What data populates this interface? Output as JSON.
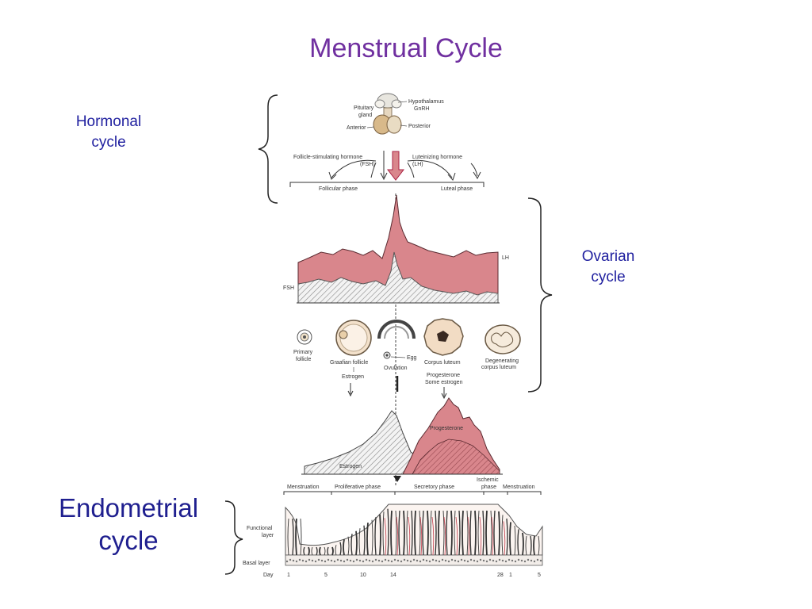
{
  "title": "Menstrual Cycle",
  "side_labels": {
    "hormonal": [
      "Hormonal",
      "cycle"
    ],
    "ovarian": [
      "Ovarian",
      "cycle"
    ],
    "endometrial": [
      "Endometrial",
      "cycle"
    ]
  },
  "pituitary": {
    "pituitary_gland": [
      "Pituitary",
      "gland"
    ],
    "anterior": "Anterior",
    "hypothalamus": [
      "Hypothalamus",
      "GnRH"
    ],
    "posterior": "Posterior"
  },
  "hormones": {
    "fsh": [
      "Follicle-stimulating hormone",
      "(FSH)"
    ],
    "lh": [
      "Luteinizing hormone",
      "(LH)"
    ],
    "follicular_phase": "Follicular phase",
    "luteal_phase": "Luteal phase",
    "lh_curve": "LH",
    "fsh_curve": "FSH"
  },
  "ovary_stages": {
    "primary_follicle": [
      "Primary",
      "follicle"
    ],
    "graafian_follicle": [
      "Graafian follicle",
      "Estrogen"
    ],
    "egg": "Egg",
    "ovulation": "Ovulation",
    "corpus_luteum": [
      "Corpus luteum",
      "Progesterone",
      "Some estrogen"
    ],
    "degenerating": [
      "Degenerating",
      "corpus luteum"
    ]
  },
  "steroids": {
    "progesterone": "Progesterone",
    "estrogen": "Estrogen"
  },
  "endometrium": {
    "phases": [
      "Menstruation",
      "Proliferative phase",
      "Secretory phase",
      "Ischemic",
      "phase",
      "Menstruation"
    ],
    "functional_layer": [
      "Functional",
      "layer"
    ],
    "basal_layer": "Basal layer",
    "day_label": "Day",
    "days": [
      "1",
      "5",
      "10",
      "14",
      "28",
      "1",
      "5"
    ]
  }
}
